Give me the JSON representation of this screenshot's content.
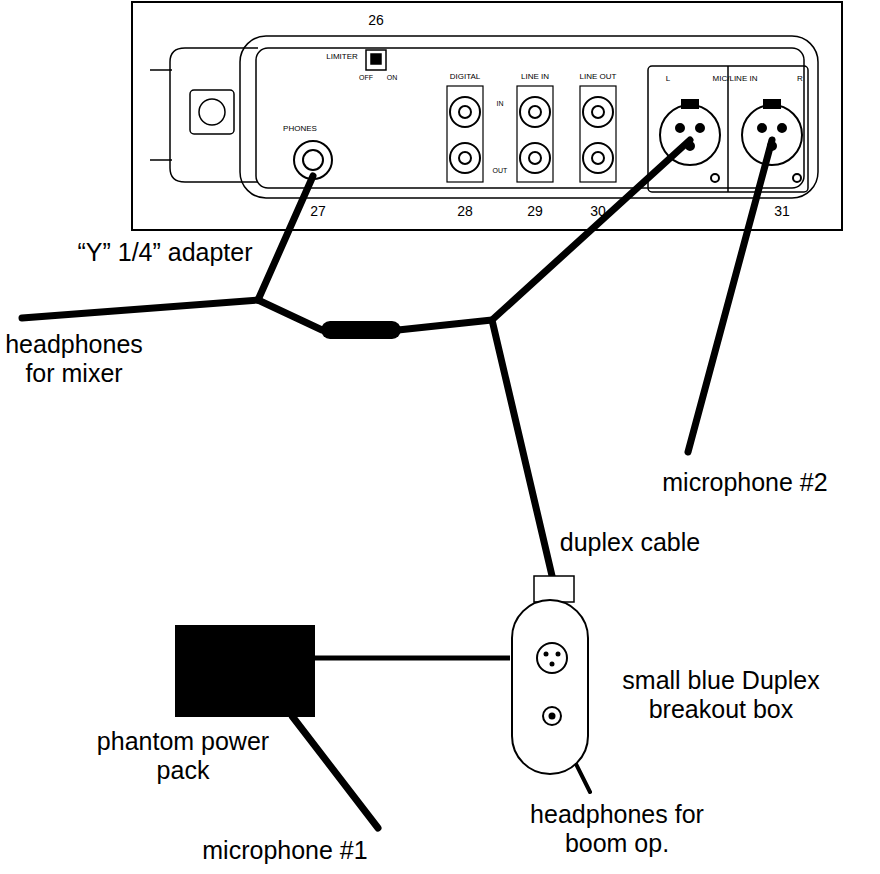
{
  "diagram": {
    "nodes": [
      {
        "text": [
          "phantom power pack"
        ]
      },
      {
        "text": [
          "small blue Duplex breakout box"
        ]
      }
    ],
    "edges": [
      {
        "from": 0,
        "to": 1,
        "arrow": "none"
      }
    ],
    "labels": [
      "26",
      "LIMITER",
      "OFF",
      "ON",
      "PHONES",
      "DIGITAL",
      "LINE IN",
      "LINE OUT",
      "MIC/LINE IN",
      "L",
      "R",
      "IN",
      "OUT",
      "27",
      "28",
      "29",
      "30",
      "31",
      "“Y” 1/4” adapter",
      "headphones for mixer",
      "microphone #2",
      "duplex cable",
      "microphone #1",
      "headphones for boom op."
    ]
  }
}
